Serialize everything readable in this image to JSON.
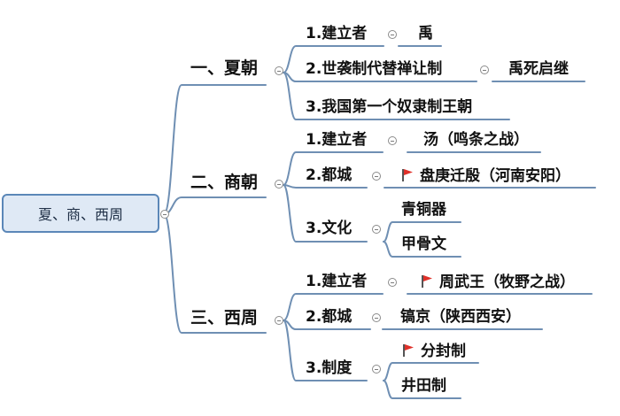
{
  "root": {
    "label": "夏、商、西周"
  },
  "branches": [
    {
      "label": "一、夏朝",
      "items": [
        {
          "label": "1.建立者",
          "children": [
            {
              "label": "禹",
              "flag": false
            }
          ]
        },
        {
          "label": "2.世袭制代替禅让制",
          "children": [
            {
              "label": "禹死启继",
              "flag": false
            }
          ]
        },
        {
          "label": "3.我国第一个奴隶制王朝",
          "children": []
        }
      ]
    },
    {
      "label": "二、商朝",
      "items": [
        {
          "label": "1.建立者",
          "children": [
            {
              "label": "汤（鸣条之战）",
              "flag": false
            }
          ]
        },
        {
          "label": "2.都城",
          "children": [
            {
              "label": "盘庚迁殷（河南安阳）",
              "flag": true
            }
          ]
        },
        {
          "label": "3.文化",
          "children": [
            {
              "label": "青铜器",
              "flag": false
            },
            {
              "label": "甲骨文",
              "flag": false
            }
          ]
        }
      ]
    },
    {
      "label": "三、西周",
      "items": [
        {
          "label": "1.建立者",
          "children": [
            {
              "label": "周武王（牧野之战）",
              "flag": true
            }
          ]
        },
        {
          "label": "2.都城",
          "children": [
            {
              "label": "镐京（陕西西安）",
              "flag": false
            }
          ]
        },
        {
          "label": "3.制度",
          "children": [
            {
              "label": "分封制",
              "flag": true
            },
            {
              "label": "井田制",
              "flag": false
            }
          ]
        }
      ]
    }
  ],
  "colors": {
    "line": "#6f8fb3",
    "flag": "#e0312a",
    "root_fill": "#dfe9f5",
    "root_border": "#5b87b8"
  },
  "icons": {
    "collapse": "collapse-circle-icon",
    "marker": "red-flag-icon"
  }
}
